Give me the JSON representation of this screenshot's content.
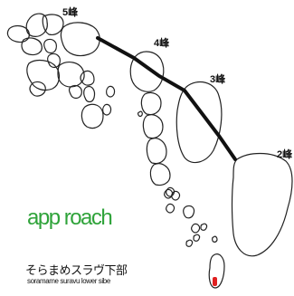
{
  "peaks": [
    {
      "id": "peak-5",
      "label": "5峰"
    },
    {
      "id": "peak-4",
      "label": "4峰"
    },
    {
      "id": "peak-3",
      "label": "3峰"
    },
    {
      "id": "peak-2",
      "label": "2峰"
    }
  ],
  "legend": {
    "approach": "app roach",
    "japanese": "そらまめスラヴ下部",
    "romaji": "soramame suravu lower sibe"
  },
  "colors": {
    "approach": "#2fa33a",
    "ridge": "#111111",
    "marker": "#e02020"
  }
}
